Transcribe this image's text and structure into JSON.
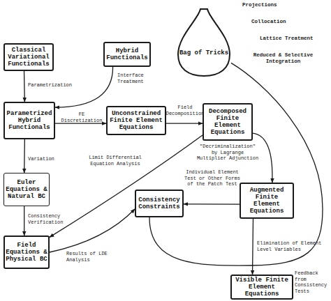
{
  "diagram": {
    "nodes": [
      {
        "text": [
          "Classical Variational Functionals"
        ]
      },
      {
        "text": [
          "Hybrid Functionals"
        ]
      },
      {
        "text": [
          "Parametrized Hybrid Functionals"
        ]
      },
      {
        "text": [
          "Unconstrained Finite Element Equations"
        ]
      },
      {
        "text": [
          "Decomposed Finite Element Equations"
        ]
      },
      {
        "text": [
          "Bag of Tricks"
        ]
      },
      {
        "text": [
          "Euler Equations & Natural BC"
        ]
      },
      {
        "text": [
          "Consistency Constraints"
        ]
      },
      {
        "text": [
          "Augmented Finite Element Equations"
        ]
      },
      {
        "text": [
          "Field Equations & Physical BC"
        ]
      },
      {
        "text": [
          "Visible Finite Element Equations"
        ]
      }
    ],
    "edges": [
      {
        "from": 0,
        "to": 2,
        "arrow": "to",
        "label": "Parametrization"
      },
      {
        "from": 1,
        "to": 2,
        "arrow": "to",
        "label": "Interface Treatment"
      },
      {
        "from": 2,
        "to": 3,
        "arrow": "to",
        "label": "FE Discretization"
      },
      {
        "from": 3,
        "to": 4,
        "arrow": "to",
        "label": "Field Decomposition"
      },
      {
        "from": 4,
        "to": 8,
        "arrow": "to",
        "label": "\"Decriminalization\" by Lagrange Multiplier Adjunction"
      },
      {
        "from": 8,
        "to": 7,
        "arrow": "to",
        "label": "Individual Element Test or Other Forms of the Patch Test"
      },
      {
        "from": 8,
        "to": 10,
        "arrow": "to",
        "label": "Elimination of Element Level Variables"
      },
      {
        "from": 2,
        "to": 6,
        "arrow": "to",
        "label": "Variation"
      },
      {
        "from": 6,
        "to": 9,
        "arrow": "to",
        "label": "Consistency Verification"
      },
      {
        "from": 9,
        "to": 7,
        "arrow": "to",
        "label": "Results of LDE Analysis"
      },
      {
        "from": 4,
        "to": 9,
        "arrow": "to",
        "label": "Limit Differential Equation Analysis"
      },
      {
        "from": 7,
        "to": 5,
        "arrow": "none",
        "label": "Feedback from Consistency Tests"
      }
    ],
    "labels": [
      "Projections",
      "Collocation",
      "Lattice Treatment",
      "Reduced & Selective Integration"
    ]
  }
}
